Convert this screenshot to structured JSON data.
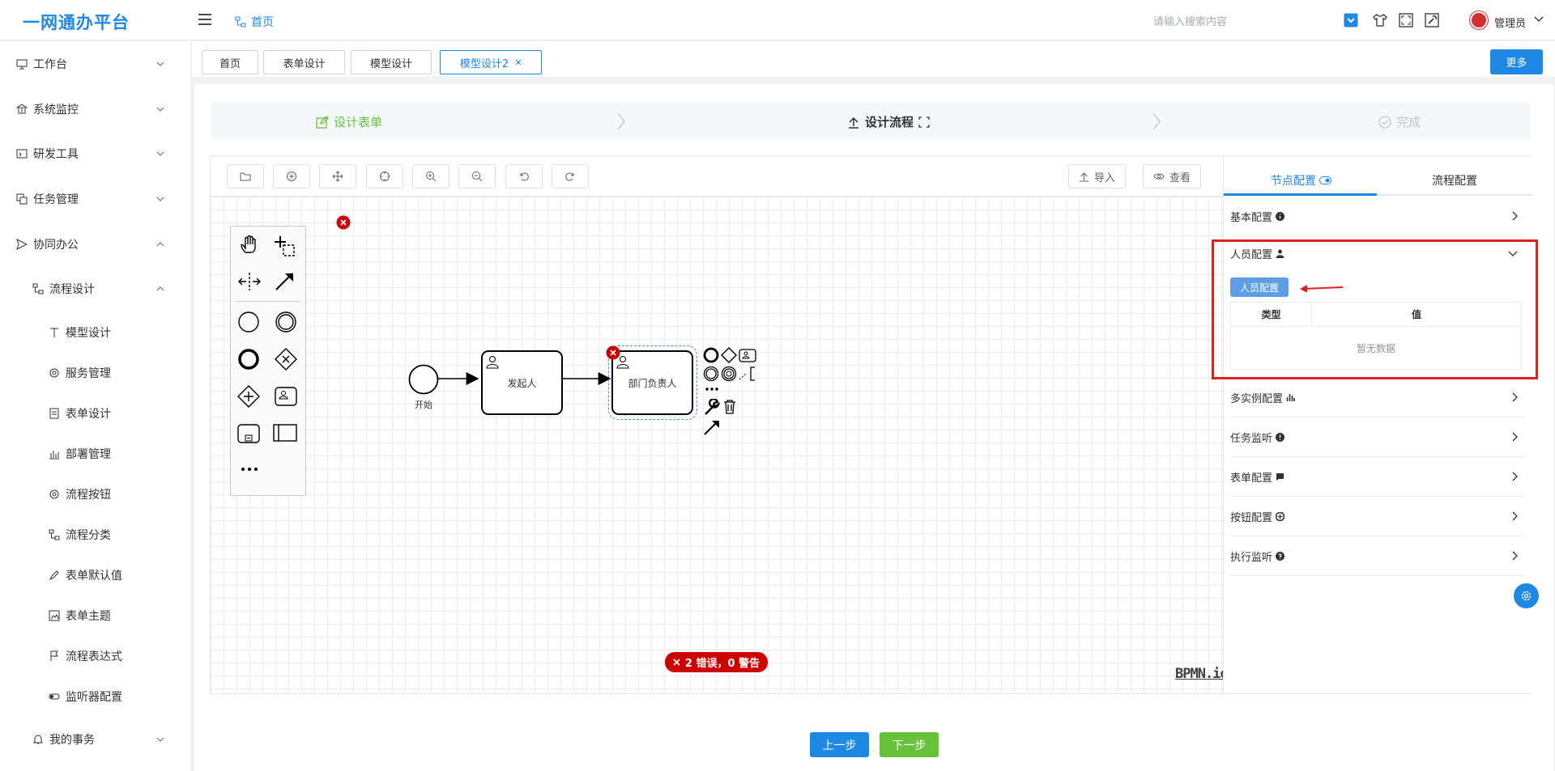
{
  "app": {
    "title": "一网通办平台"
  },
  "header": {
    "breadcrumb": "首页",
    "search_placeholder": "请输入搜索内容",
    "user": "管理员"
  },
  "sidebar": {
    "items": [
      {
        "label": "工作台"
      },
      {
        "label": "系统监控"
      },
      {
        "label": "研发工具"
      },
      {
        "label": "任务管理"
      },
      {
        "label": "协同办公"
      },
      {
        "label": "流程设计"
      },
      {
        "label": "模型设计"
      },
      {
        "label": "服务管理"
      },
      {
        "label": "表单设计"
      },
      {
        "label": "部署管理"
      },
      {
        "label": "流程按钮"
      },
      {
        "label": "流程分类"
      },
      {
        "label": "表单默认值"
      },
      {
        "label": "表单主题"
      },
      {
        "label": "流程表达式"
      },
      {
        "label": "监听器配置"
      },
      {
        "label": "我的事务"
      }
    ]
  },
  "tabs": [
    {
      "label": "首页"
    },
    {
      "label": "表单设计"
    },
    {
      "label": "模型设计"
    },
    {
      "label": "模型设计2"
    }
  ],
  "more_button": "更多",
  "steps": [
    {
      "label": "设计表单",
      "state": "done"
    },
    {
      "label": "设计流程",
      "state": "active"
    },
    {
      "label": "完成",
      "state": "pending"
    }
  ],
  "toolbar": {
    "import_label": "导入",
    "view_label": "查看"
  },
  "diagram": {
    "start_label": "开始",
    "task1_label": "发起人",
    "task2_label": "部门负责人",
    "watermark": "BPMN.io",
    "error_text": "2 错误，0 警告"
  },
  "panel": {
    "tab_node": "节点配置",
    "tab_flow": "流程配置",
    "sections": [
      {
        "label": "基本配置"
      },
      {
        "label": "人员配置"
      },
      {
        "label": "多实例配置"
      },
      {
        "label": "任务监听"
      },
      {
        "label": "表单配置"
      },
      {
        "label": "按钮配置"
      },
      {
        "label": "执行监听"
      }
    ],
    "person_button": "人员配置",
    "table_headers": [
      "类型",
      "值"
    ],
    "empty_text": "暂无数据"
  },
  "footer": {
    "prev": "上一步",
    "next": "下一步"
  },
  "colors": {
    "primary": "#1e88e5",
    "success": "#67c23a",
    "error": "#cc0000",
    "highlight": "#e02020"
  }
}
